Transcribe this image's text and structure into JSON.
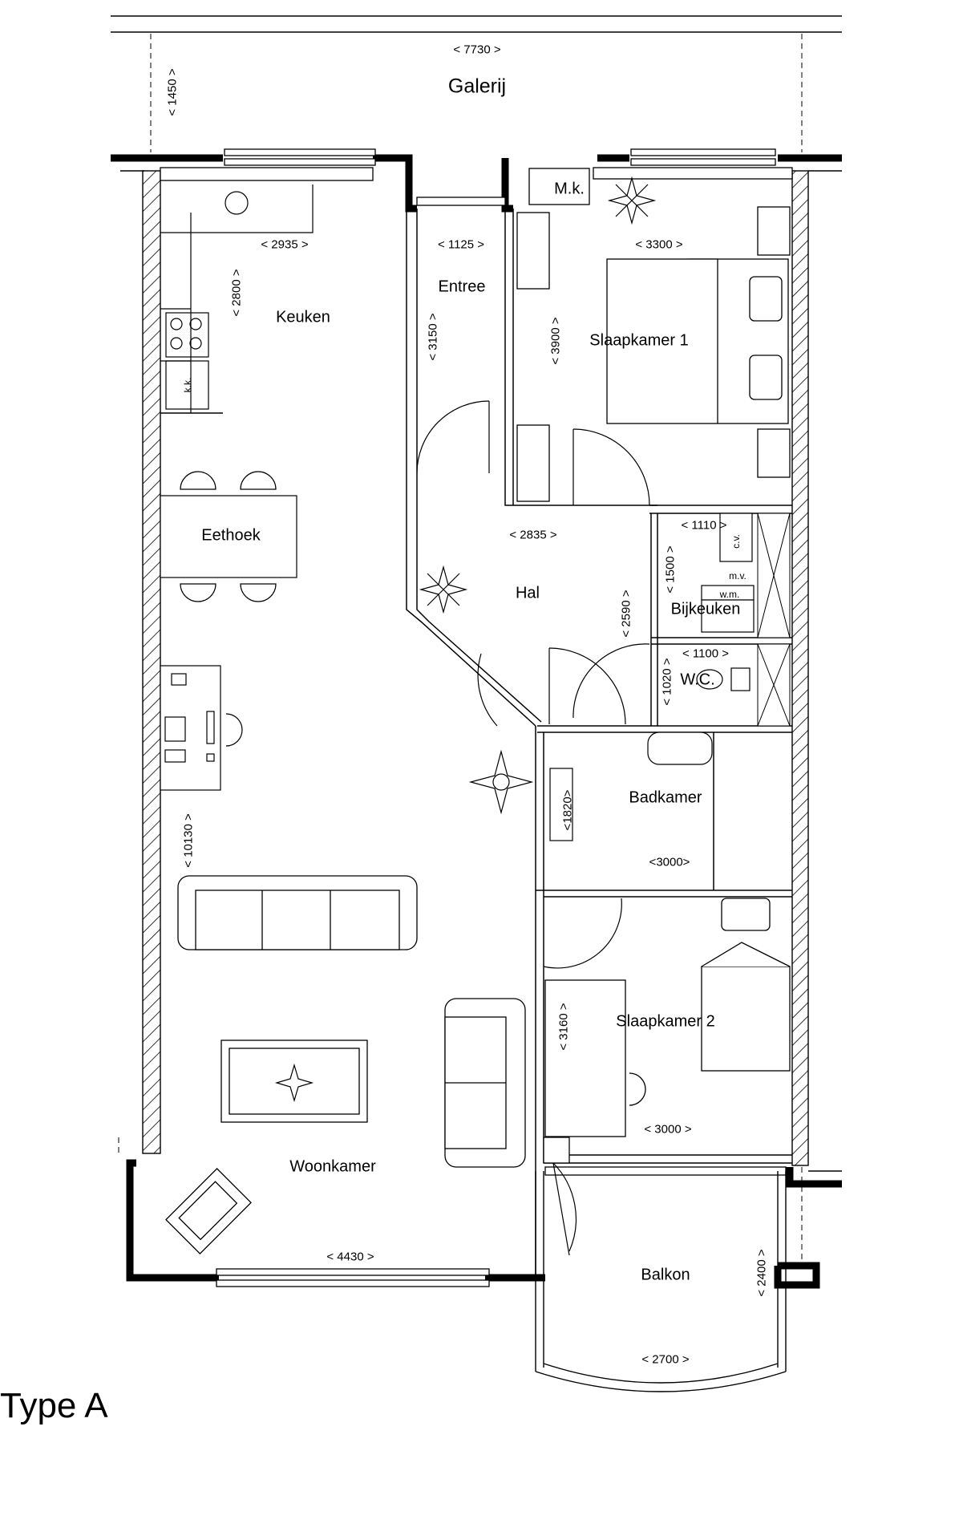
{
  "plan_type": "Type A",
  "areas": {
    "galerij": "Galerij",
    "mk": "M.k.",
    "entree": "Entree",
    "keuken": "Keuken",
    "slaapkamer1": "Slaapkamer 1",
    "eethoek": "Eethoek",
    "hal": "Hal",
    "bijkeuken": "Bijkeuken",
    "wc": "W.C.",
    "badkamer": "Badkamer",
    "slaapkamer2": "Slaapkamer 2",
    "woonkamer": "Woonkamer",
    "balkon": "Balkon"
  },
  "fixtures": {
    "kk": "k.k.",
    "cv": "c.v.",
    "mv": "m.v.",
    "wm": "w.m."
  },
  "dimensions": {
    "galerij_width": "< 7730 >",
    "galerij_depth": "< 1450 >",
    "keuken_width": "< 2935 >",
    "keuken_depth": "< 2800 >",
    "entree_width": "< 1125 >",
    "entree_depth": "< 3150 >",
    "slaapkamer1_width": "< 3300 >",
    "slaapkamer1_depth": "< 3900 >",
    "hal_width": "< 2835 >",
    "hal_depth": "< 2590 >",
    "bijkeuken_width": "< 1110 >",
    "bijkeuken_depth": "< 1500 >",
    "wc_width": "< 1100 >",
    "wc_depth": "< 1020 >",
    "badkamer_depth": "<1820>",
    "badkamer_width": "<3000>",
    "woonkamer_depth": "< 10130 >",
    "slaapkamer2_depth": "< 3160 >",
    "slaapkamer2_width": "< 3000 >",
    "woonkamer_width": "< 4430 >",
    "balkon_depth": "< 2400 >",
    "balkon_width": "< 2700 >"
  }
}
